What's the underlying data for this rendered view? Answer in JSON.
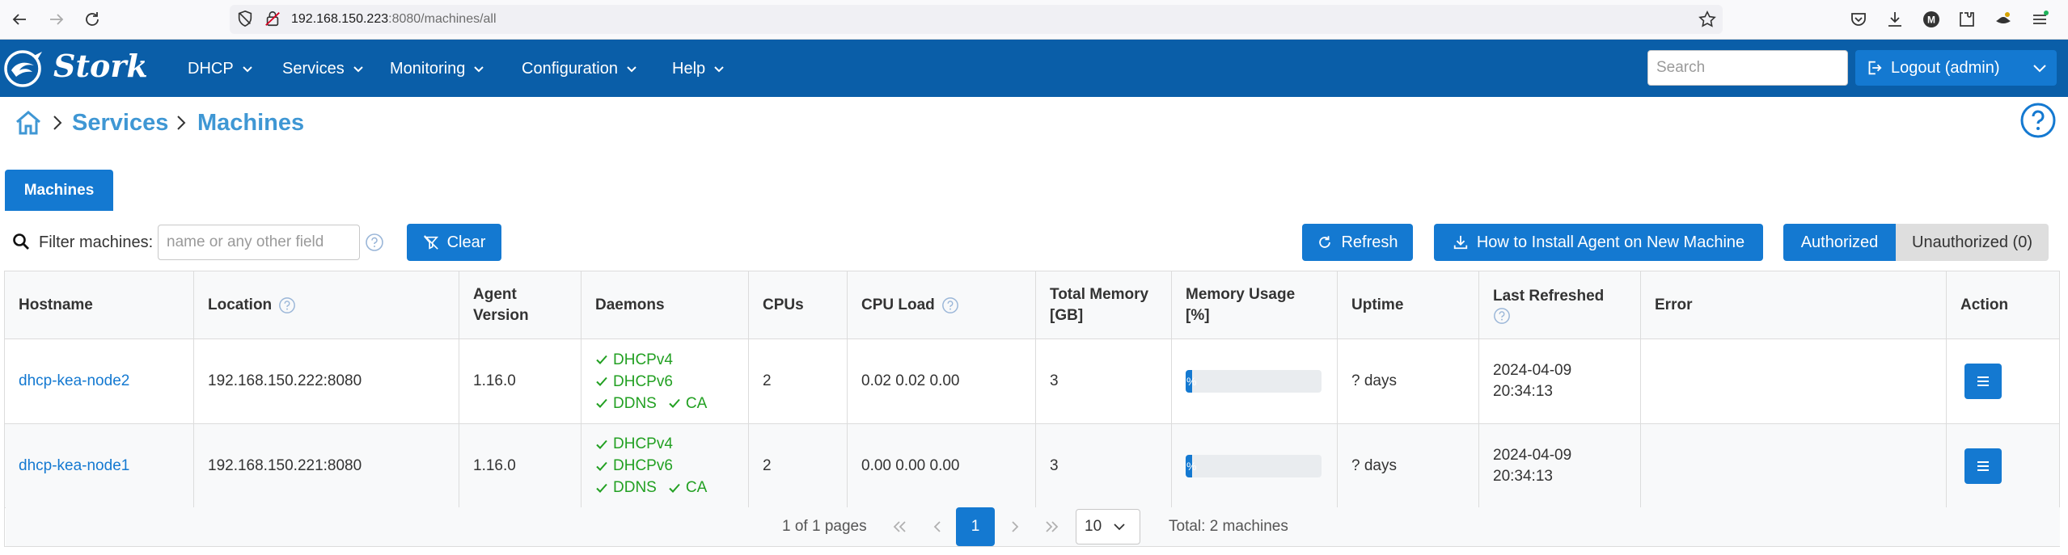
{
  "browser": {
    "url_host": "192.168.150.223",
    "url_path": ":8080/machines/all"
  },
  "navbar": {
    "brand": "Stork",
    "menus": [
      "DHCP",
      "Services",
      "Monitoring",
      "Configuration",
      "Help"
    ],
    "search_placeholder": "Search",
    "logout_label": "Logout (admin)"
  },
  "breadcrumb": {
    "items": [
      "Services",
      "Machines"
    ]
  },
  "tabs": {
    "active": "Machines"
  },
  "filter": {
    "label": "Filter machines:",
    "placeholder": "name or any other field",
    "clear_label": "Clear",
    "refresh_label": "Refresh",
    "install_label": "How to Install Agent on New Machine",
    "authorized_label": "Authorized",
    "unauthorized_label": "Unauthorized (0)"
  },
  "table": {
    "columns": {
      "hostname": "Hostname",
      "location": "Location",
      "agent_version_1": "Agent",
      "agent_version_2": "Version",
      "daemons": "Daemons",
      "cpus": "CPUs",
      "cpu_load": "CPU Load",
      "total_memory_1": "Total Memory",
      "total_memory_2": "[GB]",
      "memory_usage_1": "Memory Usage",
      "memory_usage_2": "[%]",
      "uptime": "Uptime",
      "last_refreshed": "Last Refreshed",
      "error": "Error",
      "action": "Action"
    },
    "rows": [
      {
        "hostname": "dhcp-kea-node2",
        "location": "192.168.150.222:8080",
        "agent_version": "1.16.0",
        "daemon_1": "DHCPv4",
        "daemon_2": "DHCPv6",
        "daemon_3": "DDNS",
        "daemon_4": "CA",
        "cpus": "2",
        "cpu_load": "0.02 0.02 0.00",
        "total_memory": "3",
        "memory_usage_text": "%",
        "memory_usage_fraction": 0.05,
        "uptime": "? days",
        "last_refreshed_date": "2024-04-09",
        "last_refreshed_time": "20:34:13",
        "error": ""
      },
      {
        "hostname": "dhcp-kea-node1",
        "location": "192.168.150.221:8080",
        "agent_version": "1.16.0",
        "daemon_1": "DHCPv4",
        "daemon_2": "DHCPv6",
        "daemon_3": "DDNS",
        "daemon_4": "CA",
        "cpus": "2",
        "cpu_load": "0.00 0.00 0.00",
        "total_memory": "3",
        "memory_usage_text": "%",
        "memory_usage_fraction": 0.05,
        "uptime": "? days",
        "last_refreshed_date": "2024-04-09",
        "last_refreshed_time": "20:34:13",
        "error": ""
      }
    ]
  },
  "paginator": {
    "page_report": "1 of 1 pages",
    "current_page": "1",
    "rows_per_page": "10",
    "total": "Total: 2 machines"
  },
  "colors": {
    "navbar": "#0a5ea8",
    "primary": "#1479d1",
    "link": "#3f97d4",
    "success": "#22a022"
  }
}
